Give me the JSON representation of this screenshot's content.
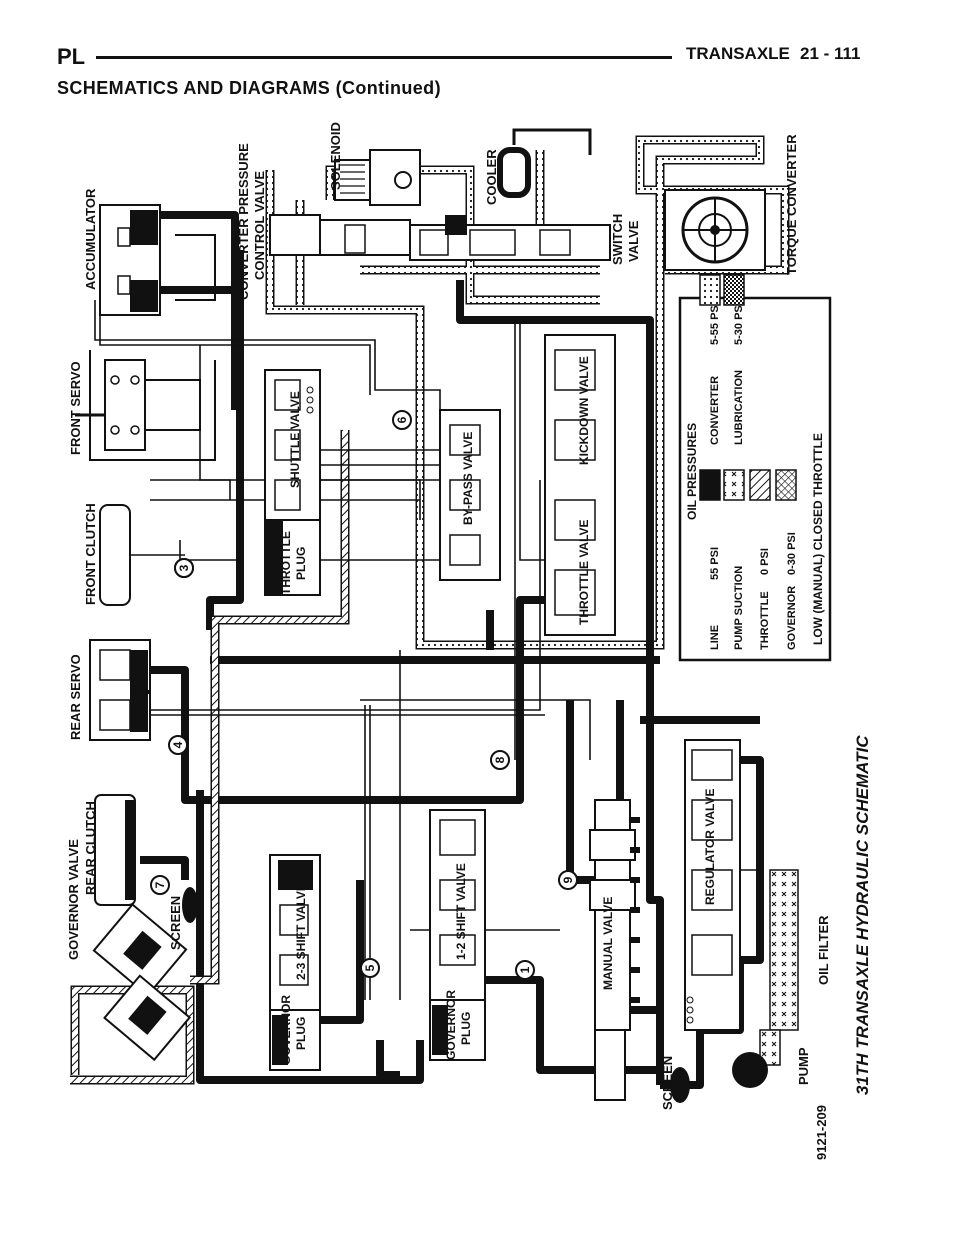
{
  "header": {
    "left": "PL",
    "section": "TRANSAXLE",
    "page": "21 - 111",
    "subtitle": "SCHEMATICS AND DIAGRAMS   (Continued)"
  },
  "figure": {
    "caption": "31TH TRANSAXLE HYDRAULIC SCHEMATIC",
    "code": "9121-209",
    "components": {
      "accumulator": "ACCUMULATOR",
      "front_servo": "FRONT SERVO",
      "front_clutch": "FRONT CLUTCH",
      "rear_servo": "REAR SERVO",
      "rear_clutch": "REAR CLUTCH",
      "governor_valve": "GOVERNOR VALVE",
      "screen_top": "SCREEN",
      "converter_pressure": "CONVERTER PRESSURE",
      "control_valve": "CONTROL VALVE",
      "solenoid": "SOLENOID",
      "cooler": "COOLER",
      "switch_valve_1": "SWITCH",
      "switch_valve_2": "VALVE",
      "torque_converter": "TORQUE CONVERTER",
      "shuttle_valve": "SHUTTLE VALVE",
      "throttle_plug_1": "THROTTLE",
      "throttle_plug_2": "PLUG",
      "bypass_valve": "BY-PASS VALVE",
      "kickdown_valve": "KICKDOWN VALVE",
      "throttle_valve": "THROTTLE VALVE",
      "shift_23": "2-3 SHIFT VALVE",
      "shift_12": "1-2 SHIFT VALVE",
      "governor_plug_a1": "GOVERNOR",
      "governor_plug_a2": "PLUG",
      "governor_plug_b1": "GOVERNOR",
      "governor_plug_b2": "PLUG",
      "manual_valve": "MANUAL VALVE",
      "regulator_valve": "REGULATOR VALVE",
      "oil_filter": "OIL FILTER",
      "pump": "PUMP",
      "screen_bottom": "SCREEN"
    },
    "circuit_numbers": [
      "1",
      "3",
      "4",
      "5",
      "6",
      "7",
      "8",
      "9"
    ]
  },
  "legend": {
    "title": "OIL PRESSURES",
    "rows": [
      {
        "name": "LINE",
        "value": "55 PSI",
        "pattern": "solid"
      },
      {
        "name": "PUMP SUCTION",
        "value": "",
        "pattern": "x"
      },
      {
        "name": "THROTTLE",
        "value": "0 PSI",
        "pattern": "hatch"
      },
      {
        "name": "GOVERNOR",
        "value": "0-30 PSI",
        "pattern": "crosshatch"
      },
      {
        "name": "CONVERTER",
        "value": "5-55 PSI",
        "pattern": "dots"
      },
      {
        "name": "LUBRICATION",
        "value": "5-30 PSI",
        "pattern": "checker"
      }
    ],
    "footer": "LOW (MANUAL) CLOSED THROTTLE"
  },
  "colors": {
    "ink": "#111111",
    "paper": "#ffffff"
  }
}
